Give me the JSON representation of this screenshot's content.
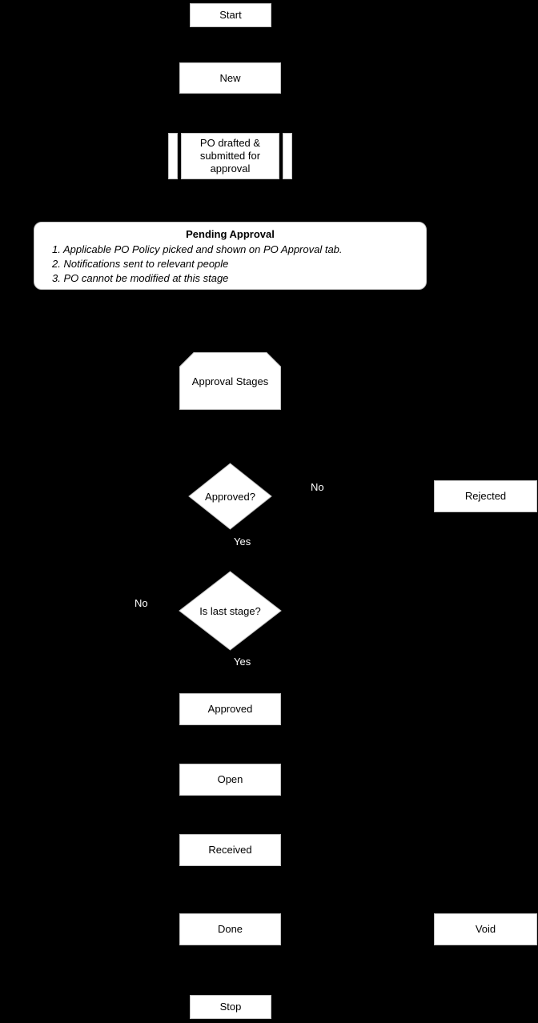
{
  "theme": {
    "background": "#000000",
    "node_fill": "#ffffff",
    "node_border": "#c3c3c3",
    "node_text": "#000000",
    "edge_label_text": "#ffffff"
  },
  "flowchart": {
    "start": {
      "label": "Start"
    },
    "new": {
      "label": "New"
    },
    "po_drafted": {
      "label": "PO drafted & submitted for approval"
    },
    "pending_approval": {
      "title": "Pending Approval",
      "items": [
        "1. Applicable PO Policy picked and shown on PO Approval tab.",
        "2. Notifications sent to relevant people",
        "3. PO cannot be modified at this stage"
      ]
    },
    "approval_stages": {
      "label": "Approval Stages"
    },
    "approved_question": {
      "label": "Approved?"
    },
    "rejected": {
      "label": "Rejected"
    },
    "is_last_stage_question": {
      "label": "Is last stage?"
    },
    "approved": {
      "label": "Approved"
    },
    "open": {
      "label": "Open"
    },
    "received": {
      "label": "Received"
    },
    "done": {
      "label": "Done"
    },
    "void": {
      "label": "Void"
    },
    "stop": {
      "label": "Stop"
    },
    "edge_labels": {
      "no_rejected": "No",
      "yes_approved": "Yes",
      "no_not_last_stage": "No",
      "yes_last_stage": "Yes"
    }
  }
}
